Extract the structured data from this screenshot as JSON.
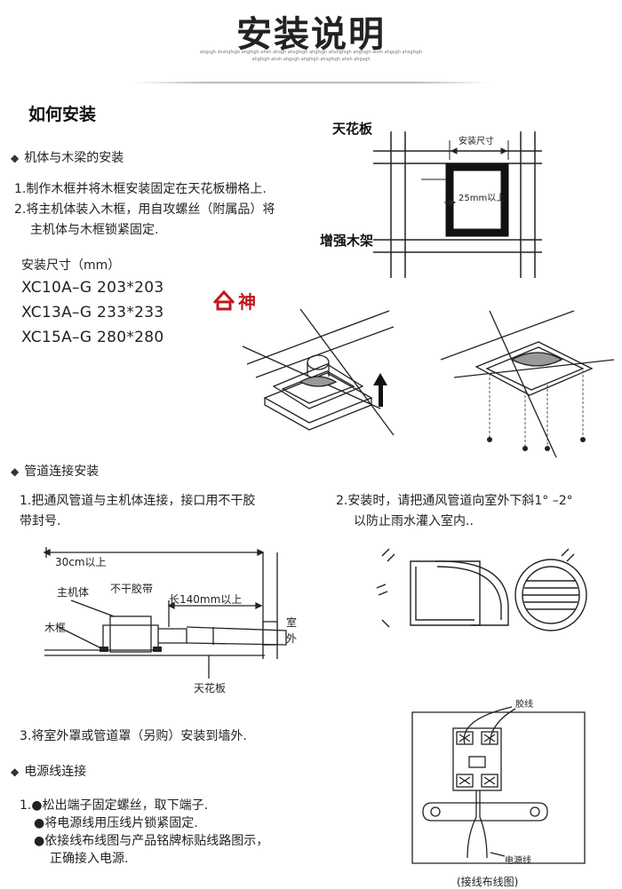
{
  "header": {
    "title": "安装说明",
    "tiny_line1": "ahgsgh shshgfsgh ahgfsgh ahsh ahsgh ahsgfsgh ahgfsgh ahshgfsgh ahgfsgh ahsh ahgsgh ahsgfsgh",
    "tiny_line2": "ahgfsgh ahsh ahgsgh ahgfsgh ahsgfsgh ahsh ahgsgh"
  },
  "how_to_install": "如何安装",
  "section1": {
    "heading": "机体与木梁的安装",
    "step1": "1.制作木框并将木框安装固定在天花板栅格上.",
    "step2_line1": "2.将主机体装入木框，用自攻螺丝（附属品）将",
    "step2_line2": "主机体与木框锁紧固定.",
    "size_label": "安装尺寸（mm）",
    "models": [
      "XC10A–G 203*203",
      "XC13A–G 233*233",
      "XC15A–G 280*280"
    ],
    "fig1": {
      "ceiling": "天花板",
      "size": "安装尺寸",
      "gap": "25mm以上",
      "beam": "增强木架"
    },
    "stamp": "神"
  },
  "section2": {
    "heading": "管道连接安装",
    "step1_line1": "1.把通风管道与主机体连接，接口用不干胶",
    "step1_line2": "带封号.",
    "step2_line1": "2.安装时，请把通风管道向室外下斜1°  –2°",
    "step2_line2": "以防止雨水灌入室内..",
    "fig": {
      "clear": "30cm以上",
      "body": "主机体",
      "tape": "不干胶带",
      "length": "长140mm以上",
      "frame": "木框",
      "outdoor1": "室",
      "outdoor2": "外",
      "ceiling": "天花板"
    },
    "step3": "3.将室外罩或管道罩（另购）安装到墙外."
  },
  "section3": {
    "heading": "电源线连接",
    "item1": "1.●松出端子固定螺丝，取下端子.",
    "item2": "●将电源线用压线片锁紧固定.",
    "item3": "●依接线布线图与产品铭牌标贴线路图示，",
    "item4": "正确接入电源.",
    "wiring": {
      "glue": "胶线",
      "power": "电源线",
      "caption": "(接线布线图)"
    }
  }
}
